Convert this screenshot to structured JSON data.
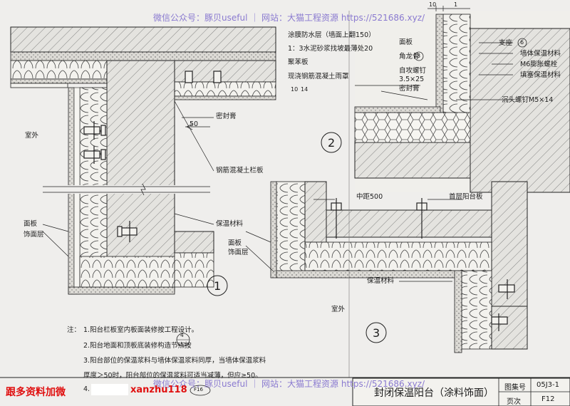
{
  "watermarks": {
    "top": "微信公众号：豚贝useful ｜ 网站：大猫工程资源 https://521686.xyz/",
    "bottom": "微信公众号：豚贝useful ｜ 网站：大猫工程资源 https://521686.xyz/"
  },
  "promo": {
    "left": "跟多资料加微",
    "right": "xanzhu118"
  },
  "detail1": {
    "number": "1",
    "outdoor": "室外",
    "dim_50": "50",
    "sealant": "密封膏",
    "rc_railing": "钢筋混凝土栏板",
    "insulation": "保温材料",
    "panel": "面板",
    "finish": "饰面层"
  },
  "detail2": {
    "number": "2",
    "dims_top": [
      "10",
      "1"
    ],
    "dims_side": [
      "10",
      "14"
    ],
    "left_labels": [
      "涂膜防水层（墙面上翻150）",
      "1：3水泥砂浆找坡最薄处20",
      "聚苯板",
      "现浇钢筋混凝土雨罩"
    ],
    "mid_labels": [
      "面板",
      "角龙骨",
      "自攻螺钉",
      "3.5×25",
      "密封膏"
    ],
    "angle_ref": "3",
    "right_labels": [
      "支座",
      "墙体保温材料",
      "M6膨胀螺栓",
      "填塞保温材料",
      "沉头螺钉M5×14"
    ],
    "support_ref": "6"
  },
  "detail3": {
    "number": "3",
    "spacing": "中距500",
    "first_floor_slab": "首层阳台板",
    "panel": "面板",
    "finish": "饰面层",
    "insulation": "保温材料",
    "outdoor": "室外"
  },
  "notes": {
    "heading": "注：",
    "lines": [
      "1.阳台栏板室内板面装修按工程设计。",
      "2.阳台地面和顶板底装修构造节点按",
      "3.阳台部位的保温浆料与墙体保温浆料同厚，当墙体保温浆料",
      "厚度＞50时，阳台部位的保温浆料可适当减薄，但应≥50。",
      "4."
    ],
    "ref_top": "4",
    "ref_bottom": "F11",
    "ref2": "F16"
  },
  "title_block": {
    "title": "封闭保温阳台（涂料饰面）",
    "atlas_label": "图集号",
    "atlas_value": "05J3-1",
    "page_label": "页次",
    "page_value": "F12"
  }
}
